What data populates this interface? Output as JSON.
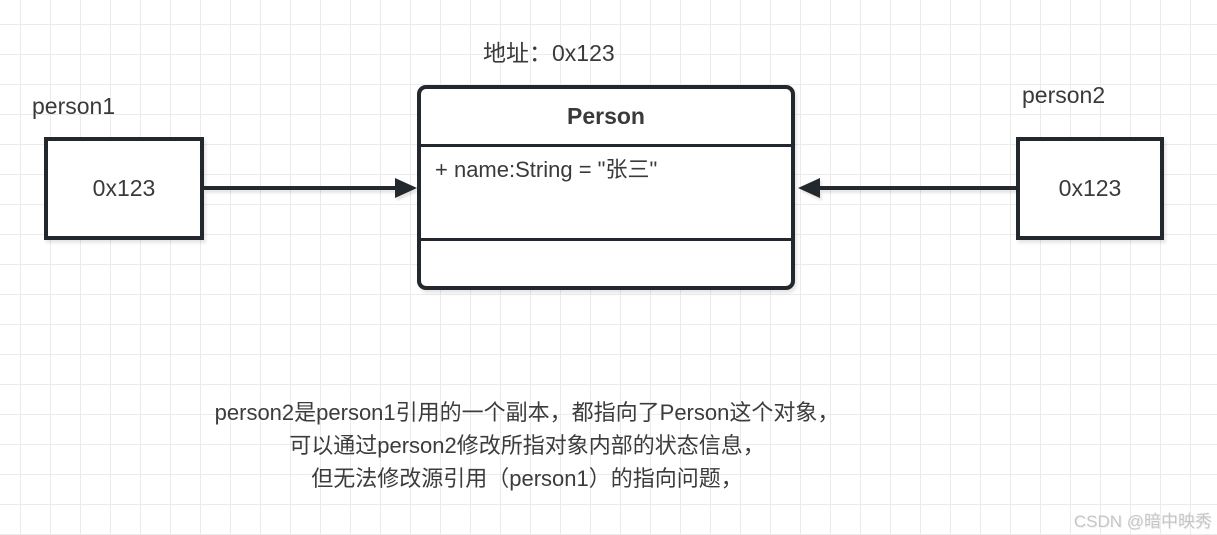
{
  "title": "地址：0x123",
  "colors": {
    "stroke": "#23282e",
    "text": "#3a3a3a",
    "grid": "#ebebeb",
    "watermark": "#c6c6c6"
  },
  "person1": {
    "label": "person1",
    "value": "0x123"
  },
  "person2": {
    "label": "person2",
    "value": "0x123"
  },
  "class_box": {
    "name": "Person",
    "attribute": "+ name:String = \"张三\"",
    "methods": ""
  },
  "caption": {
    "lines": [
      "person2是person1引用的一个副本，都指向了Person这个对象，",
      "可以通过person2修改所指对象内部的状态信息，",
      "但无法修改源引用（person1）的指向问题，"
    ]
  },
  "watermark": "CSDN @暗中映秀"
}
